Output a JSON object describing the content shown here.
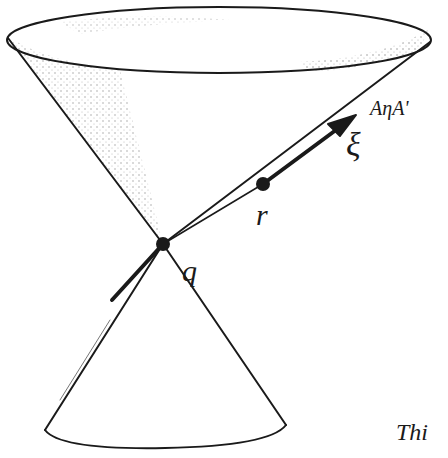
{
  "diagram": {
    "labels": [
      "ξ",
      "AηA'",
      "r",
      "q",
      "Thi"
    ]
  }
}
